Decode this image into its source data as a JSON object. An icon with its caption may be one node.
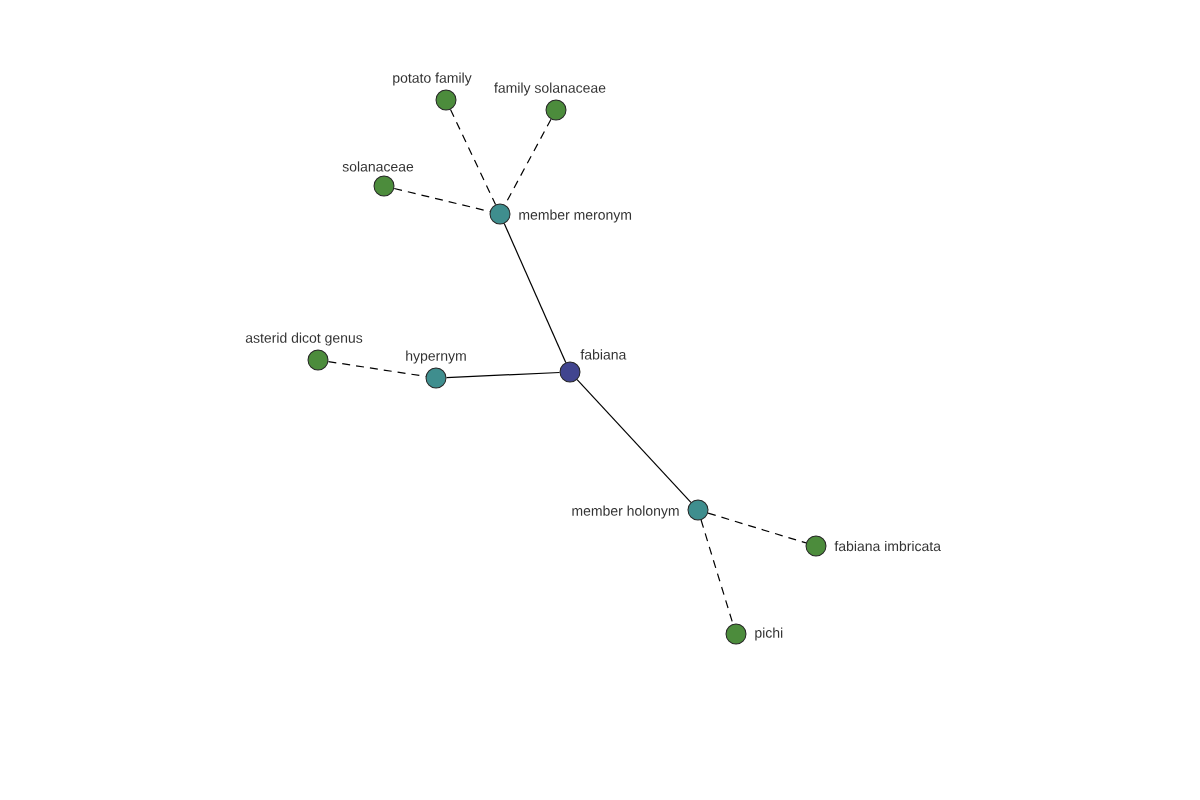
{
  "diagram": {
    "nodes": [
      {
        "text": [
          "potato family"
        ]
      },
      {
        "text": [
          "family solanaceae"
        ]
      },
      {
        "text": [
          "solanaceae"
        ]
      },
      {
        "text": [
          "member meronym"
        ]
      },
      {
        "text": [
          "asterid dicot genus"
        ]
      },
      {
        "text": [
          "hypernym"
        ]
      },
      {
        "text": [
          "fabiana"
        ]
      },
      {
        "text": [
          "member holonym"
        ]
      },
      {
        "text": [
          "fabiana imbricata"
        ]
      },
      {
        "text": [
          "pichi"
        ]
      }
    ],
    "edges": [
      {
        "from": 0,
        "to": 3,
        "arrow": "none",
        "style": "dashed"
      },
      {
        "from": 1,
        "to": 3,
        "arrow": "none",
        "style": "dashed"
      },
      {
        "from": 2,
        "to": 3,
        "arrow": "none",
        "style": "dashed"
      },
      {
        "from": 3,
        "to": 6,
        "arrow": "none"
      },
      {
        "from": 4,
        "to": 5,
        "arrow": "none",
        "style": "dashed"
      },
      {
        "from": 5,
        "to": 6,
        "arrow": "none"
      },
      {
        "from": 6,
        "to": 7,
        "arrow": "none"
      },
      {
        "from": 7,
        "to": 8,
        "arrow": "none",
        "style": "dashed"
      },
      {
        "from": 7,
        "to": 9,
        "arrow": "none",
        "style": "dashed"
      }
    ]
  }
}
